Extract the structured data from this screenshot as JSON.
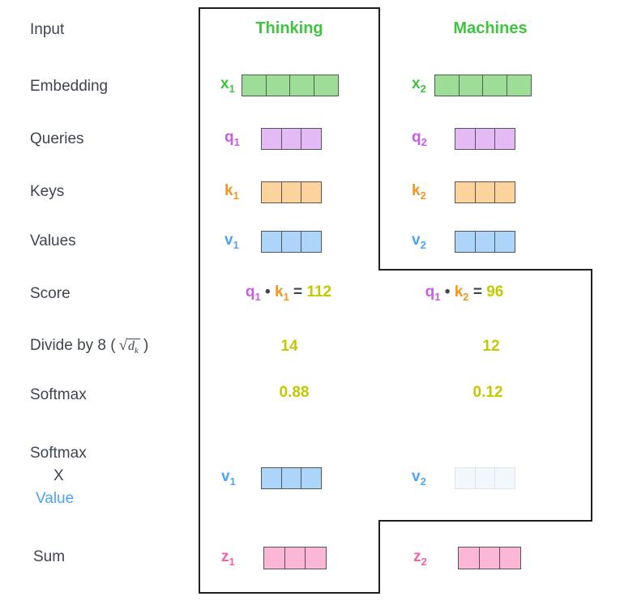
{
  "colors": {
    "green": "#3fc43f",
    "purple": "#c55de8",
    "orange": "#f7941d",
    "blue": "#4da3f7",
    "pink": "#fa5fa3",
    "yellow": "#c2c902",
    "dark": "#3e4450"
  },
  "headers": {
    "col1": "Thinking",
    "col2": "Machines"
  },
  "labels": {
    "input": "Input",
    "embedding": "Embedding",
    "queries": "Queries",
    "keys": "Keys",
    "values": "Values",
    "score": "Score",
    "divide_prefix": "Divide by 8 (",
    "divide_radical": "√",
    "divide_radicand": "d",
    "divide_radicand_sub": "k",
    "divide_suffix": ")",
    "softmax": "Softmax",
    "softmax_x": {
      "line1": "Softmax",
      "line2": "X",
      "line3": "Value"
    },
    "sum": "Sum"
  },
  "vectors": {
    "x1": {
      "label": "x",
      "sub": "1",
      "cells": 4,
      "fill": "#9edd98",
      "border": "#4f5d52",
      "label_color": "#3fc43f"
    },
    "x2": {
      "label": "x",
      "sub": "2",
      "cells": 4,
      "fill": "#9edd98",
      "border": "#4f5d52",
      "label_color": "#3fc43f"
    },
    "q1": {
      "label": "q",
      "sub": "1",
      "cells": 3,
      "fill": "#e3baf4",
      "border": "#57525e",
      "label_color": "#c55de8"
    },
    "q2": {
      "label": "q",
      "sub": "2",
      "cells": 3,
      "fill": "#e3baf4",
      "border": "#57525e",
      "label_color": "#c55de8"
    },
    "k1": {
      "label": "k",
      "sub": "1",
      "cells": 3,
      "fill": "#fcd39d",
      "border": "#5c5349",
      "label_color": "#f7941d"
    },
    "k2": {
      "label": "k",
      "sub": "2",
      "cells": 3,
      "fill": "#fcd39d",
      "border": "#5c5349",
      "label_color": "#f7941d"
    },
    "v1": {
      "label": "v",
      "sub": "1",
      "cells": 3,
      "fill": "#add4f9",
      "border": "#4f555c",
      "label_color": "#4da3f7"
    },
    "v2": {
      "label": "v",
      "sub": "2",
      "cells": 3,
      "fill": "#add4f9",
      "border": "#4f555c",
      "label_color": "#4da3f7"
    },
    "v1_weighted": {
      "label": "v",
      "sub": "1",
      "cells": 3,
      "fill": "#add4f9",
      "border": "#4f555c",
      "label_color": "#4da3f7"
    },
    "v2_weighted": {
      "label": "v",
      "sub": "2",
      "cells": 3,
      "fill": "#f2f7fc",
      "border": "#dce4ee",
      "label_color": "#4da3f7"
    },
    "z1": {
      "label": "z",
      "sub": "1",
      "cells": 3,
      "fill": "#fcb7d7",
      "border": "#56505a",
      "label_color": "#fa5fa3"
    },
    "z2": {
      "label": "z",
      "sub": "2",
      "cells": 3,
      "fill": "#fcb7d7",
      "border": "#56505a",
      "label_color": "#fa5fa3"
    }
  },
  "score_row": {
    "col1": {
      "q": "q",
      "q_sub": "1",
      "dot": "•",
      "k": "k",
      "k_sub": "1",
      "equals": "=",
      "value": "112"
    },
    "col2": {
      "q": "q",
      "q_sub": "1",
      "dot": "•",
      "k": "k",
      "k_sub": "2",
      "equals": "=",
      "value": "96"
    }
  },
  "divide_row": {
    "col1": "14",
    "col2": "12"
  },
  "softmax_row": {
    "col1": "0.88",
    "col2": "0.12"
  }
}
